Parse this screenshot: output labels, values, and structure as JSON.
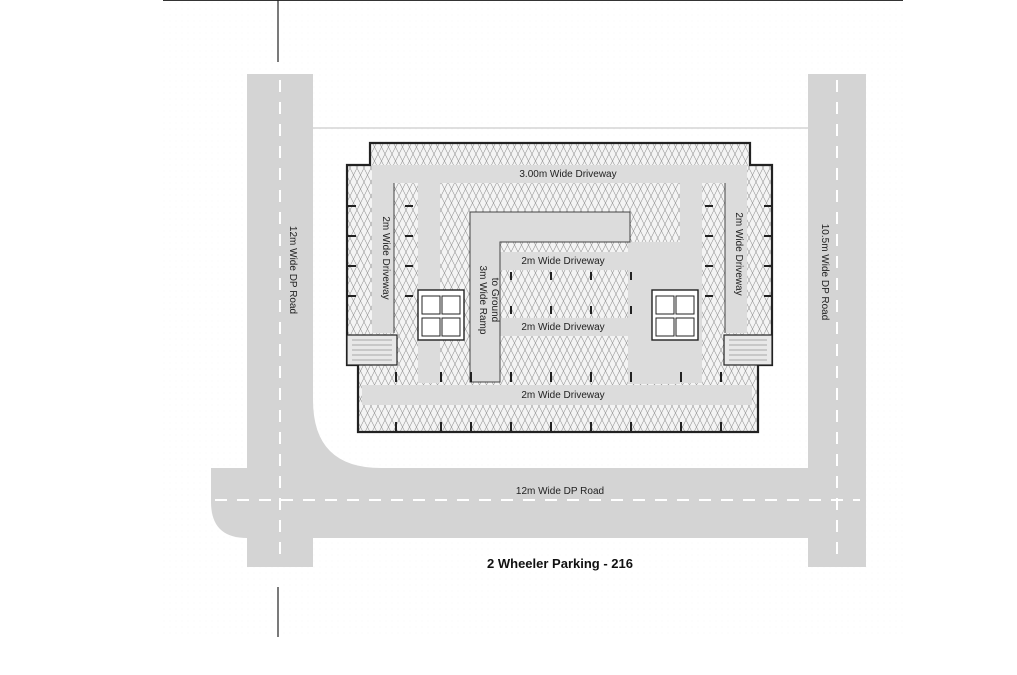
{
  "labels": {
    "top_driveway": "3.00m Wide Driveway",
    "left_driveway": "2m Wide Driveway",
    "right_driveway": "2m Wide Driveway",
    "mid_driveway_1": "2m Wide Driveway",
    "mid_driveway_2": "2m Wide Driveway",
    "bottom_driveway": "2m Wide Driveway",
    "ramp_line1": "3m Wide Ramp",
    "ramp_line2": "to Ground",
    "left_road": "12m Wide DP Road",
    "right_road": "10.5m Wide DP Road",
    "bottom_road": "12m Wide DP Road"
  },
  "caption": "2 Wheeler Parking - 216",
  "colors": {
    "road": "#d4d4d4",
    "driveway": "#dcdcdc",
    "wall": "#222222",
    "background": "#ffffff"
  }
}
